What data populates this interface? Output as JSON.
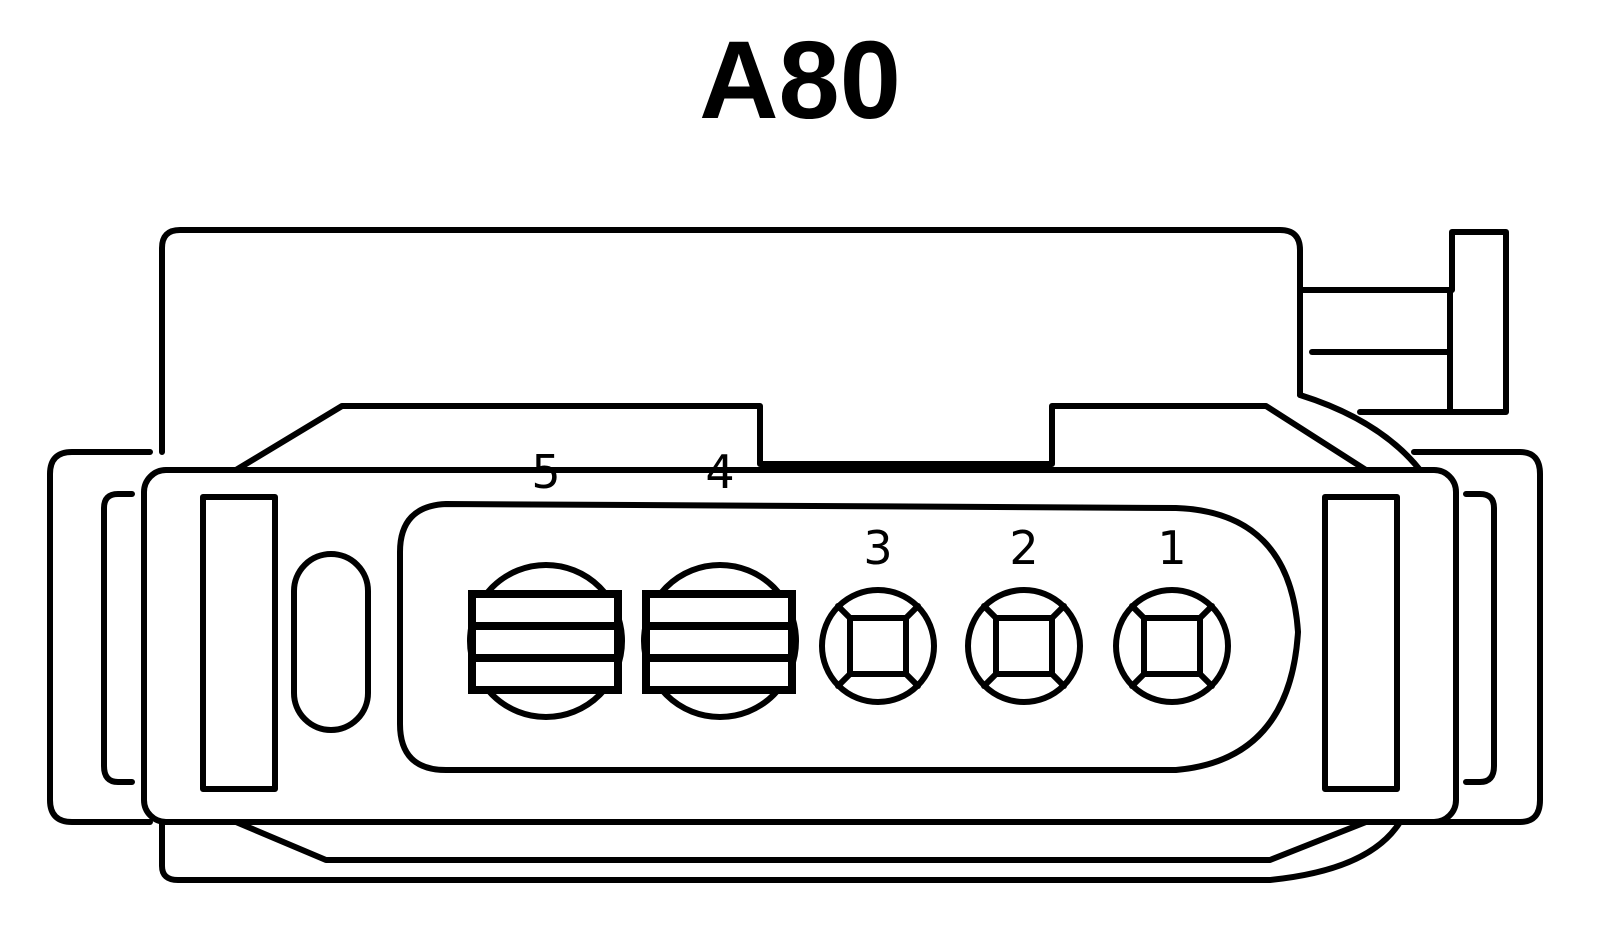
{
  "diagram": {
    "title": "A80",
    "colors": {
      "line": "#000000",
      "background": "#ffffff"
    },
    "pins": [
      {
        "number": "5",
        "type": "large-terminal"
      },
      {
        "number": "4",
        "type": "large-terminal"
      },
      {
        "number": "3",
        "type": "small-terminal"
      },
      {
        "number": "2",
        "type": "small-terminal"
      },
      {
        "number": "1",
        "type": "small-terminal"
      }
    ]
  }
}
